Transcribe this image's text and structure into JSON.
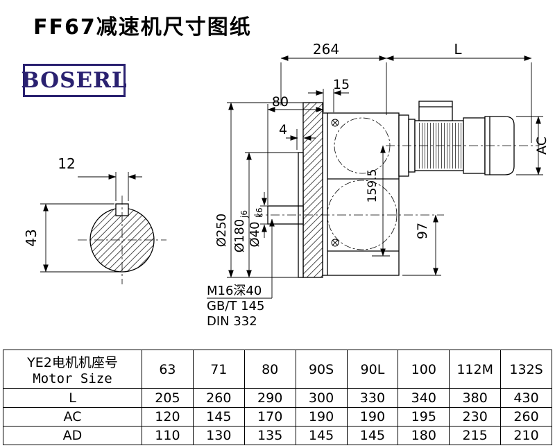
{
  "page": {
    "title": "FF67减速机尺寸图纸"
  },
  "logo": {
    "text": "BOSERL",
    "color": "#2a2170"
  },
  "drawing": {
    "dim_264": "264",
    "dim_L": "L",
    "dim_15": "15",
    "dim_80": "80",
    "dim_4": "4",
    "dim_AC": "AC",
    "dim_12": "12",
    "dim_43": "43",
    "dia_250": "Ø250",
    "dia_180": "Ø180",
    "dia_180_tol": "j6",
    "dia_40": "Ø40",
    "dia_40_tol": "k6",
    "dim_159_5": "159.5",
    "dim_97": "97",
    "note_line1": "M16深40",
    "note_line2": "GB/T 145",
    "note_line3": "DIN 332"
  },
  "table": {
    "header": {
      "cn": "YE2电机机座号",
      "en": "Motor Size"
    },
    "sizes": [
      "63",
      "71",
      "80",
      "90S",
      "90L",
      "100",
      "112M",
      "132S"
    ],
    "rows": [
      {
        "label": "L",
        "values": [
          "205",
          "260",
          "290",
          "300",
          "330",
          "340",
          "380",
          "430"
        ]
      },
      {
        "label": "AC",
        "values": [
          "120",
          "145",
          "170",
          "190",
          "190",
          "195",
          "230",
          "260"
        ]
      },
      {
        "label": "AD",
        "values": [
          "110",
          "130",
          "135",
          "145",
          "145",
          "180",
          "215",
          "210"
        ]
      }
    ]
  }
}
